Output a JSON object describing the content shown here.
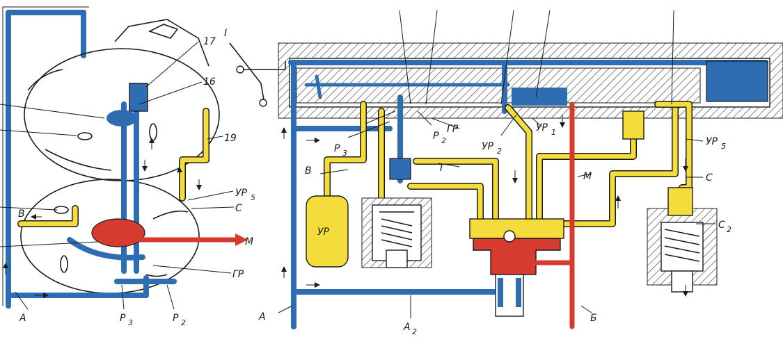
{
  "colors": {
    "blue_line": "#2f6db3",
    "yellow_line": "#f3dc3c",
    "red_line": "#d63b2f",
    "ink": "#1a1a1a"
  },
  "left_view": {
    "labels": {
      "n17": "17",
      "n16": "16",
      "n19": "19",
      "ur5": "УР",
      "ur5_sub": "5",
      "c": "С",
      "v": "В",
      "m": "М",
      "gr": "ГР",
      "a": "А",
      "p3": "Р",
      "p3_sub": "3",
      "p2": "Р",
      "p2_sub": "2"
    }
  },
  "right_view": {
    "labels": {
      "roman_one": "I",
      "p3": "Р",
      "p3_sub": "3",
      "p2": "Р",
      "p2_sub": "2",
      "gr": "ГР",
      "ur2": "УР",
      "ur2_sub": "2",
      "ur1": "УР",
      "ur1_sub": "1",
      "v": "В",
      "g": "Г",
      "m": "М",
      "ur_tank": "УР",
      "ur5": "УР",
      "ur5_sub": "5",
      "c": "С",
      "c2": "С",
      "c2_sub": "2",
      "a": "А",
      "a2": "А",
      "a2_sub": "2",
      "b": "Б"
    }
  }
}
